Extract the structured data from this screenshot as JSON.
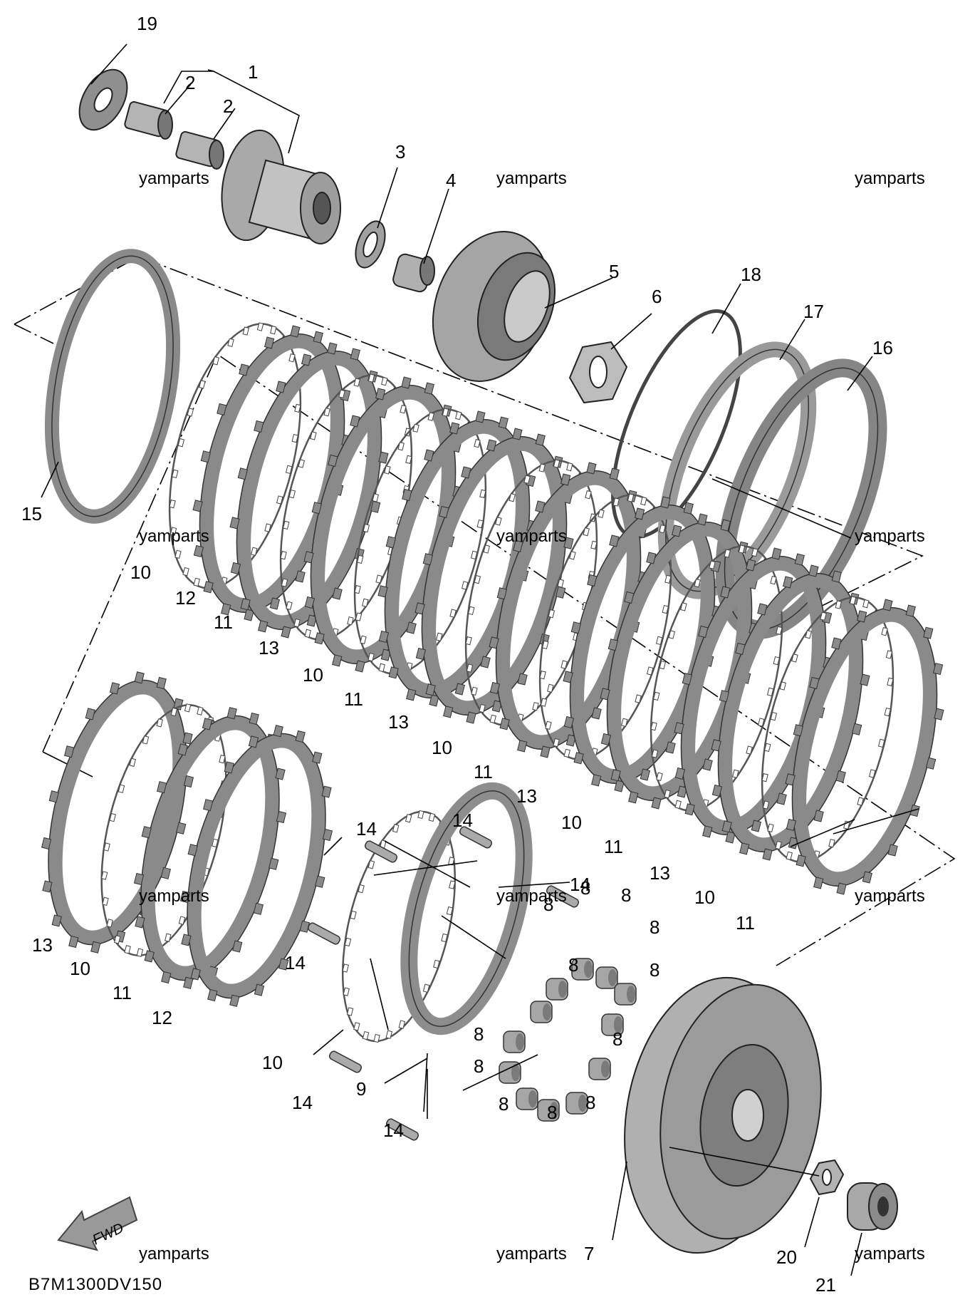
{
  "diagram": {
    "code": "B7M1300DV150",
    "watermark": "yamparts",
    "fwd_label": "FWD",
    "callouts": {
      "c1": "1",
      "c2a": "2",
      "c2b": "2",
      "c3": "3",
      "c4": "4",
      "c5": "5",
      "c6": "6",
      "c7": "7",
      "c9": "9",
      "c12a": "12",
      "c12b": "12",
      "c15": "15",
      "c16": "16",
      "c17": "17",
      "c18": "18",
      "c19": "19",
      "c20": "20",
      "c21": "21",
      "c10a": "10",
      "c10b": "10",
      "c10c": "10",
      "c10d": "10",
      "c10e": "10",
      "c10f": "10",
      "c10g": "10",
      "c11a": "11",
      "c11b": "11",
      "c11c": "11",
      "c11d": "11",
      "c11e": "11",
      "c11f": "11",
      "c13a": "13",
      "c13b": "13",
      "c13c": "13",
      "c13d": "13",
      "c13e": "13",
      "c14a": "14",
      "c14b": "14",
      "c14c": "14",
      "c14d": "14",
      "c14e": "14",
      "c14f": "14",
      "c8a": "8",
      "c8b": "8",
      "c8c": "8",
      "c8d": "8",
      "c8e": "8",
      "c8f": "8",
      "c8g": "8",
      "c8h": "8",
      "c8i": "8",
      "c8j": "8",
      "c8k": "8",
      "c8l": "8"
    }
  }
}
